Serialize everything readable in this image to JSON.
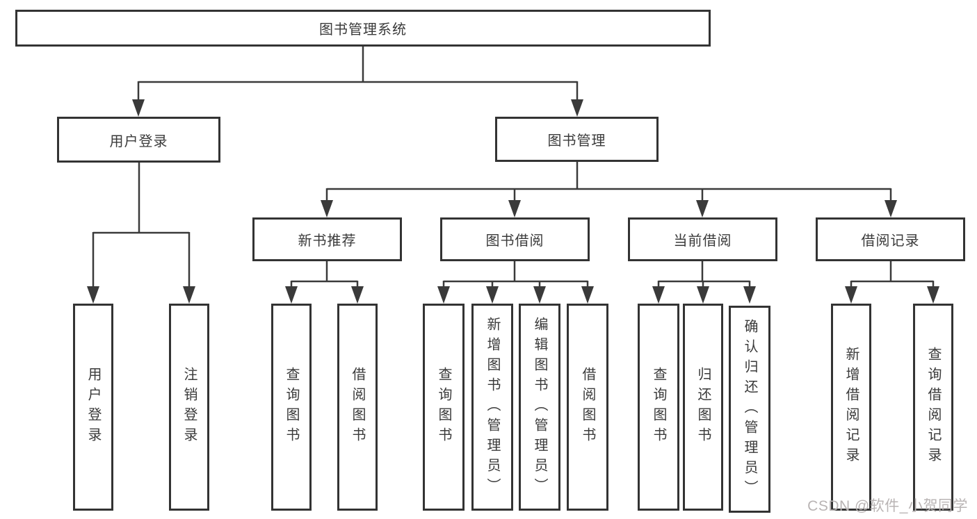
{
  "nodes": {
    "root": {
      "label": "图书管理系统"
    },
    "level1": [
      {
        "label": "用户登录"
      },
      {
        "label": "图书管理"
      }
    ],
    "level2": [
      {
        "label": "新书推荐"
      },
      {
        "label": "图书借阅"
      },
      {
        "label": "当前借阅"
      },
      {
        "label": "借阅记录"
      }
    ],
    "user_login_children": [
      {
        "label": "用户登录"
      },
      {
        "label": "注销登录"
      }
    ],
    "recommend_children": [
      {
        "label": "查询图书"
      },
      {
        "label": "借阅图书"
      }
    ],
    "borrow_children": [
      {
        "label": "查询图书"
      },
      {
        "label": "新增图书（管理员）"
      },
      {
        "label": "编辑图书（管理员）"
      },
      {
        "label": "借阅图书"
      }
    ],
    "current_children": [
      {
        "label": "查询图书"
      },
      {
        "label": "归还图书"
      },
      {
        "label": "确认归还（管理员）"
      }
    ],
    "records_children": [
      {
        "label": "新增借阅记录"
      },
      {
        "label": "查询借阅记录"
      }
    ]
  },
  "watermark": {
    "text": "CSDN @软件_小贺同学"
  },
  "colors": {
    "line": "#3a3a3a",
    "box_border": "#333333",
    "text": "#3a3a3a",
    "background": "#ffffff",
    "watermark": "#b9b4b4"
  }
}
